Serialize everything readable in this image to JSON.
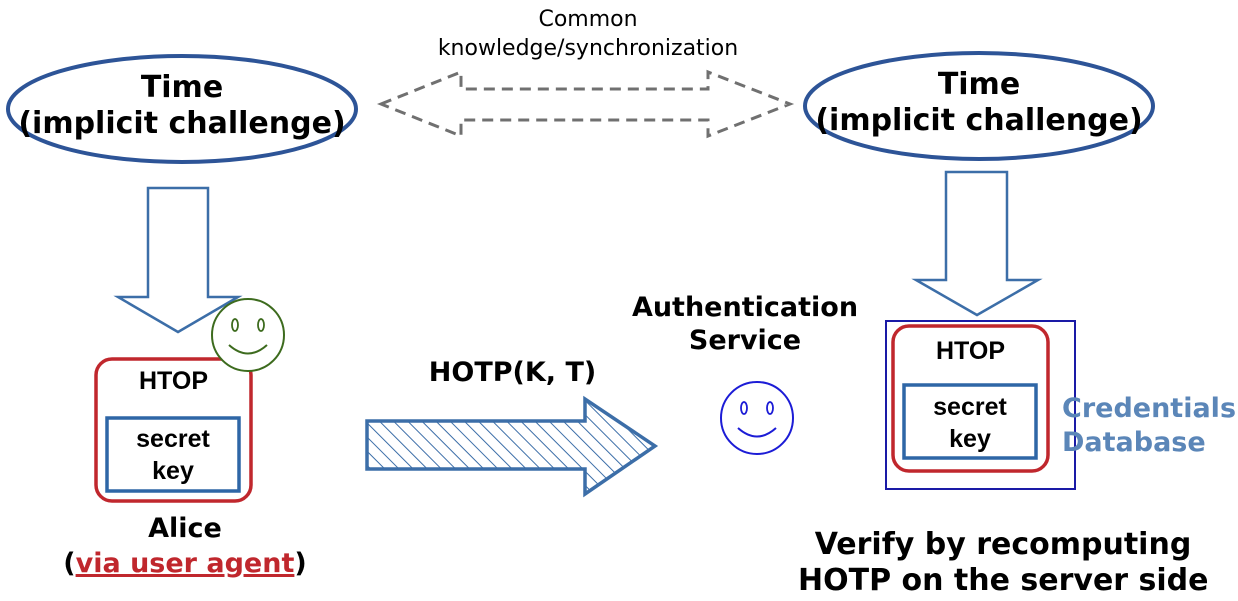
{
  "sync_label": {
    "line1": "Common",
    "line2": "knowledge/synchronization"
  },
  "left_time": {
    "line1": "Time",
    "line2": "(implicit challenge)"
  },
  "right_time": {
    "line1": "Time",
    "line2": "(implicit challenge)"
  },
  "client": {
    "htop_label": "HTOP",
    "key_line1": "secret",
    "key_line2": "key",
    "name": "Alice",
    "agent_open": "(",
    "agent_link": "via user agent",
    "agent_close": ")",
    "smiley_icon": "smiley-face-icon"
  },
  "message": {
    "label": "HOTP(K, T)"
  },
  "service": {
    "line1": "Authentication",
    "line2": "Service",
    "smiley_icon": "smiley-face-icon"
  },
  "server": {
    "htop_label": "HTOP",
    "key_line1": "secret",
    "key_line2": "key",
    "db_line1": "Credentials",
    "db_line2": "Database",
    "verify_line1": "Verify by recomputing",
    "verify_line2": "HOTP on the server side"
  },
  "colors": {
    "ellipse_stroke": "#2d5497",
    "arrow_stroke": "#3c6ea8",
    "red_box": "#c0272d",
    "blue_box": "#2e66a6",
    "db_text": "#5b86b8",
    "navy_box": "#1a1aa6",
    "smiley_green": "#3d6b1e",
    "smiley_blue": "#1c1cd6",
    "dashed_gray": "#707070"
  }
}
